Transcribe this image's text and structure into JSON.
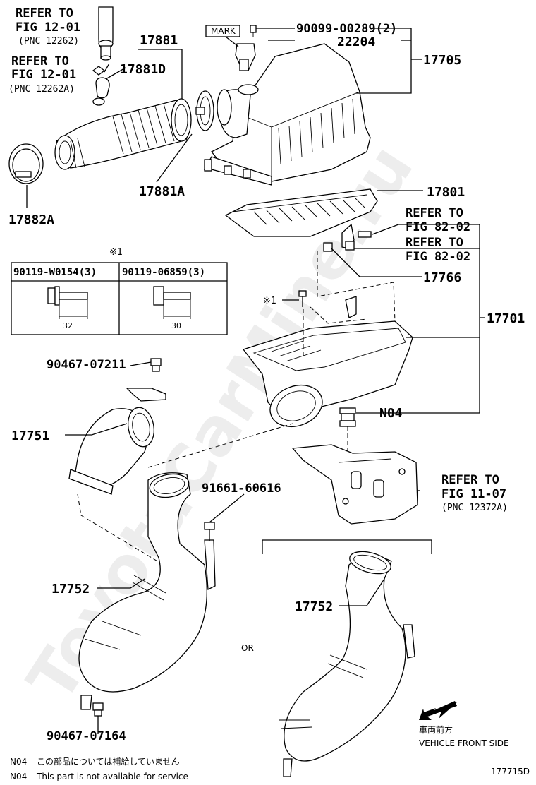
{
  "watermark": "ToyotaCarMine.ru",
  "refs": {
    "fig1201_a": {
      "line1": "REFER TO",
      "line2": "FIG 12-01",
      "line3": "(PNC 12262)"
    },
    "fig1201_b": {
      "line1": "REFER TO",
      "line2": "FIG 12-01",
      "line3": "(PNC 12262A)"
    },
    "fig8202_a": {
      "line1": "REFER TO",
      "line2": "FIG 82-02"
    },
    "fig8202_b": {
      "line1": "REFER TO",
      "line2": "FIG 82-02"
    },
    "fig1107": {
      "line1": "REFER TO",
      "line2": "FIG 11-07",
      "line3": "(PNC 12372A)"
    }
  },
  "parts": {
    "p17881": "17881",
    "p17881D": "17881D",
    "p17881A": "17881A",
    "p17882A": "17882A",
    "p90099": "90099-00289(2)",
    "p22204": "22204",
    "p17705": "17705",
    "p17801": "17801",
    "p17766": "17766",
    "p17701": "17701",
    "pN04": "N04",
    "p90467a": "90467-07211",
    "p17751": "17751",
    "p91661": "91661-60616",
    "p17752a": "17752",
    "p17752b": "17752",
    "p90467b": "90467-07164"
  },
  "mark_label": "MARK",
  "note_symbol": "※1",
  "table": {
    "symbol": "※1",
    "col1": {
      "part": "90119-W0154(3)",
      "dim": "32"
    },
    "col2": {
      "part": "90119-06859(3)",
      "dim": "30"
    }
  },
  "or_label": "OR",
  "front": {
    "jp": "車両前方",
    "en": "VEHICLE FRONT SIDE"
  },
  "notes": {
    "jp_code": "N04",
    "jp_text": "この部品については補給していません",
    "en_code": "N04",
    "en_text": "This part is not available for service"
  },
  "figure_id": "177715D"
}
